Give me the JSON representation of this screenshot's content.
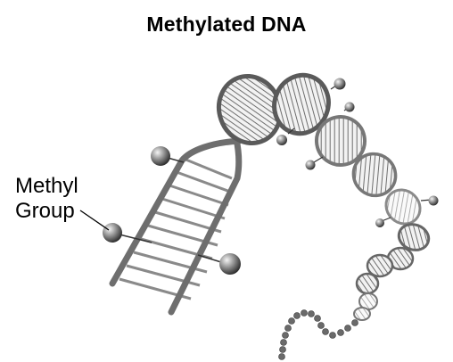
{
  "title": "Methylated DNA",
  "label": {
    "line1": "Methyl",
    "line2": "Group"
  },
  "colors": {
    "text": "#000000",
    "strand": "#777777",
    "rung": "#8a8a8a",
    "methyl_ball": "#8c8c8c",
    "background": "#ffffff"
  }
}
